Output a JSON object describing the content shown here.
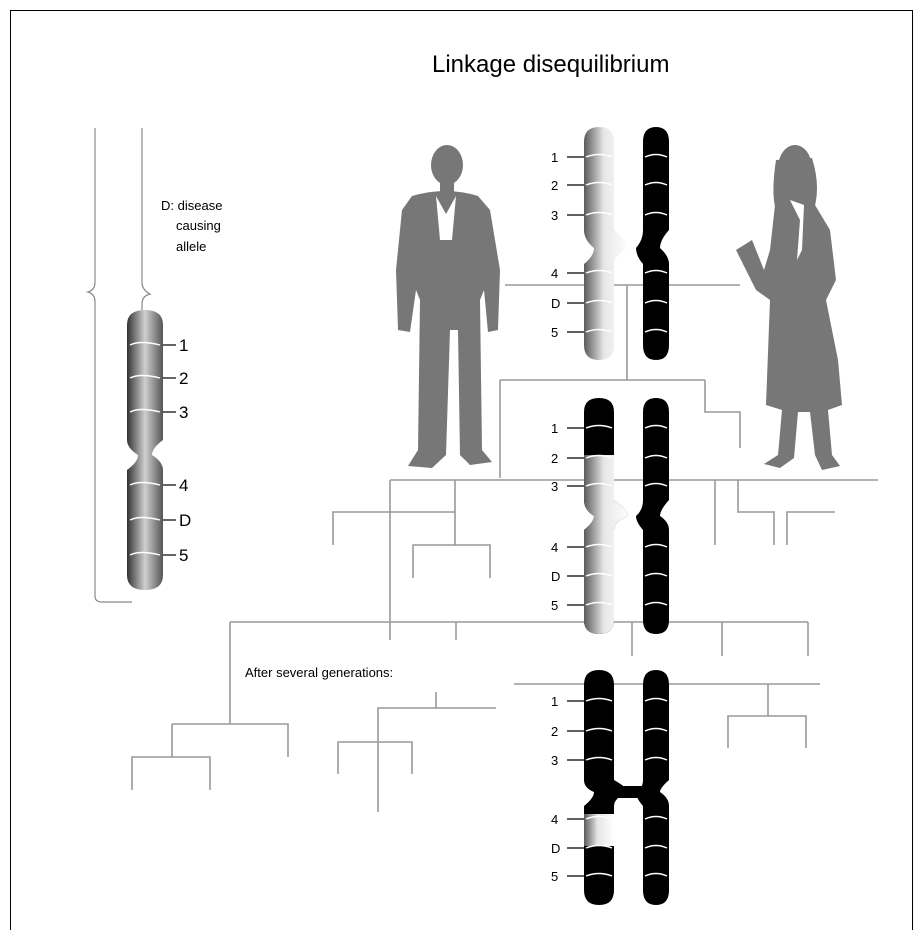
{
  "title": "Linkage disequilibrium",
  "legend": {
    "line1": "D: disease",
    "line2": "causing",
    "line3": "allele"
  },
  "note": "After several generations:",
  "loci": [
    "1",
    "2",
    "3",
    "4",
    "D",
    "5"
  ],
  "colors": {
    "silhouette": "#777777",
    "pedigree": "#999999",
    "dark_chromosome": "#000000",
    "light_chromosome": "#dddddd"
  }
}
